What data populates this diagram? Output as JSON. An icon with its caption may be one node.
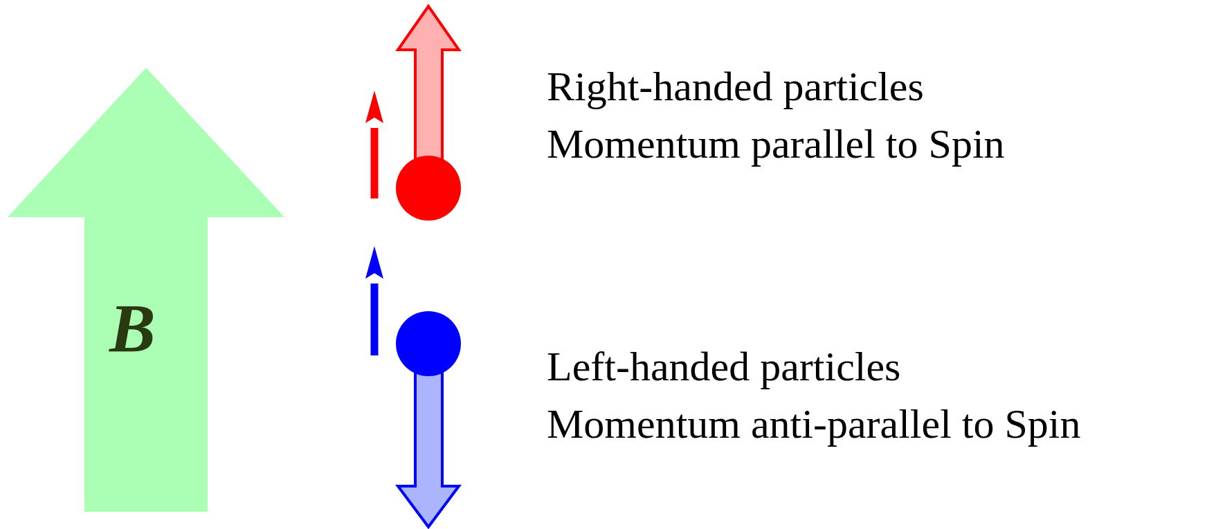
{
  "diagram": {
    "labels": [
      "B",
      "Right-handed particles",
      "Momentum parallel to Spin",
      "Left-handed particles",
      "Momentum anti-parallel to Spin"
    ]
  }
}
